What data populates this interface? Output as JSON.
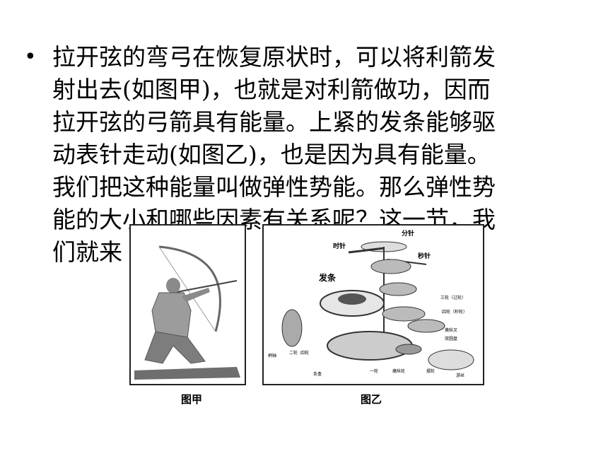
{
  "bullet": "•",
  "paragraph": {
    "lines": [
      "拉开弦的弯弓在恢复原状时，可以将利箭发",
      "射出去(如图甲)，也就是对利箭做功，因而",
      "拉开弦的弓箭具有能量。上紧的发条能够驱",
      "动表针走动(如图乙)，也是因为具有能量。",
      "我们把这种能量叫做弹性势能。那么弹性势",
      "能的大小和哪些因素有关系呢？这一节，我",
      "们就来"
    ]
  },
  "figure_a": {
    "caption": "图甲"
  },
  "figure_b": {
    "caption": "图乙",
    "labels": {
      "minute_hand": "分针",
      "hour_hand": "时针",
      "second_hand": "秒针",
      "mainspring": "发条",
      "third_wheel": "三轮（过轮）",
      "fourth_wheel": "四轮（秒轮）",
      "fork": "擒纵叉",
      "hairspring": "双圆盘",
      "arbor": "柄轴",
      "second_wheel": "二轮",
      "center_wheel": "四轮",
      "barrel": "条盒",
      "escape": "擒纵轮",
      "pallet": "摆轮",
      "balance": "游丝",
      "wheel1": "一轮"
    }
  }
}
